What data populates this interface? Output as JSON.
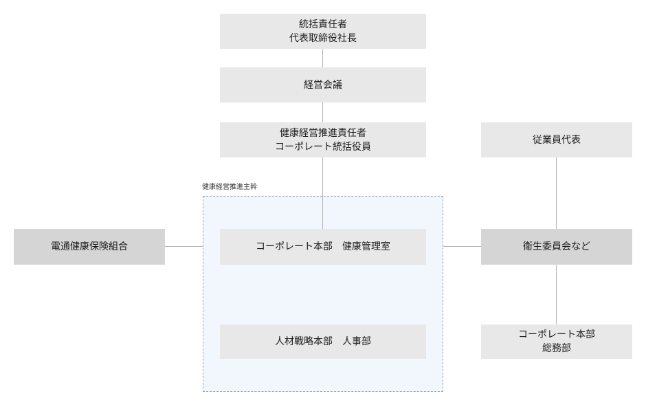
{
  "nodes": {
    "chief": {
      "line1": "統括責任者",
      "line2": "代表取締役社長"
    },
    "management_meeting": {
      "label": "経営会議"
    },
    "promotion_officer": {
      "line1": "健康経営推進責任者",
      "line2": "コーポレート統括役員"
    },
    "employee_rep": {
      "label": "従業員代表"
    },
    "health_insurance": {
      "label": "電通健康保険組合"
    },
    "health_office": {
      "label": "コーポレート本部　健康管理室"
    },
    "hr_department": {
      "label": "人材戦略本部　人事部"
    },
    "health_committee": {
      "label": "衛生委員会など"
    },
    "general_affairs": {
      "line1": "コーポレート本部",
      "line2": "総務部"
    }
  },
  "group": {
    "label": "健康経営推進主幹"
  },
  "colors": {
    "node_fill": "#e8e8e8",
    "node_fill_dark": "#d5d5d5",
    "group_fill": "#f1f7fd",
    "group_border": "#9aa6b3",
    "connector": "#b4b4b4"
  }
}
